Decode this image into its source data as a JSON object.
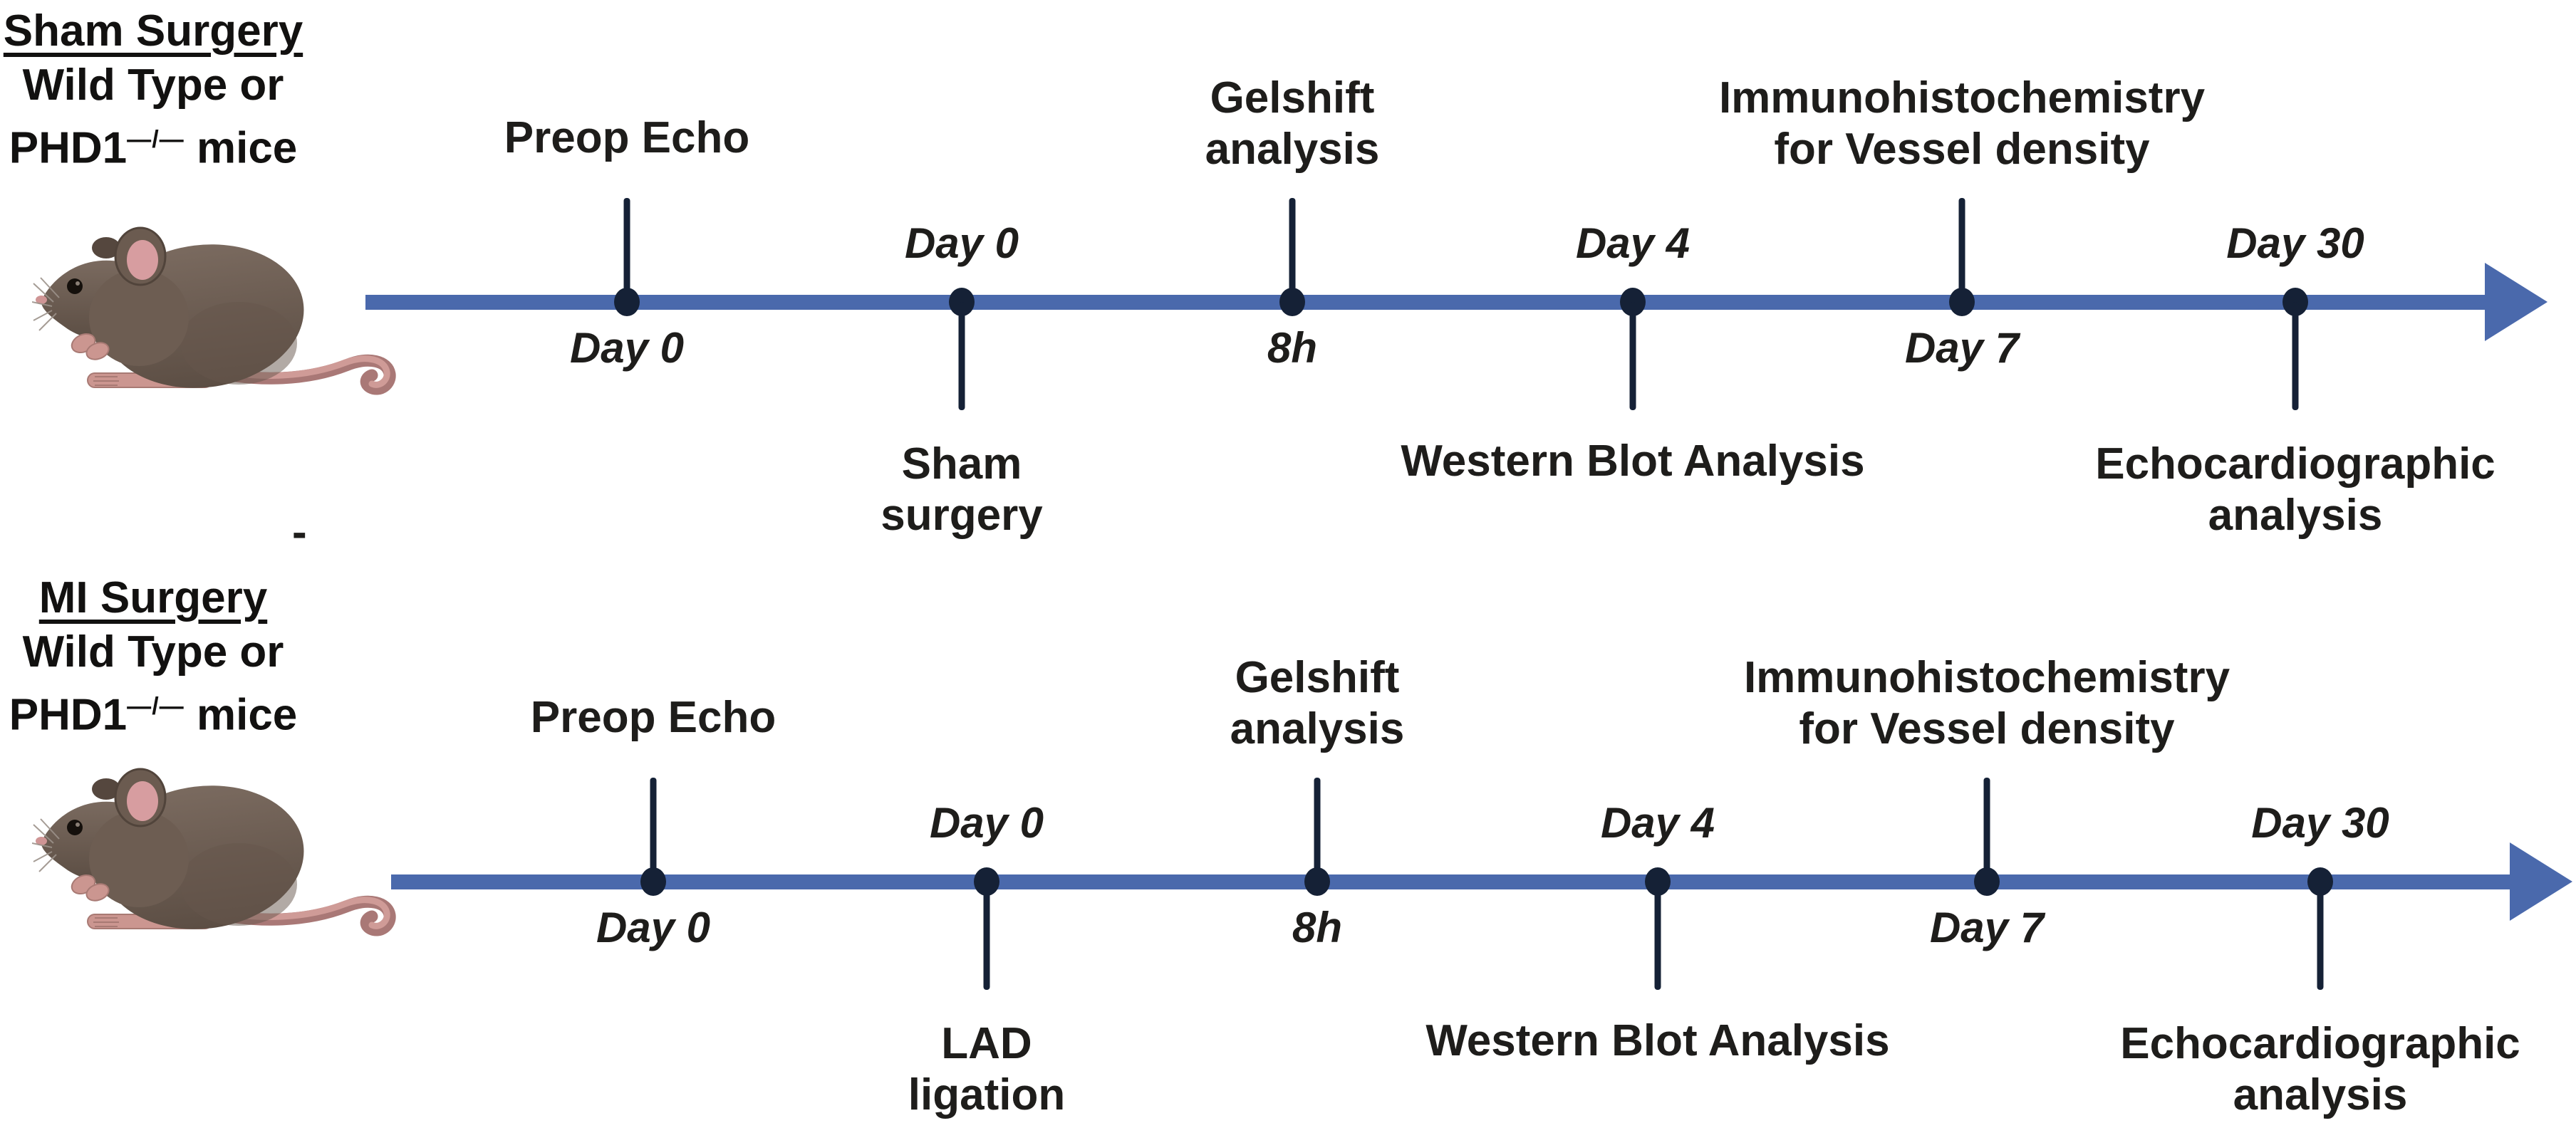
{
  "figure": {
    "type": "experimental-timeline-diagram",
    "stray_dash": "-"
  },
  "colors": {
    "timeline_bar": "#4a69ac",
    "marker": "#152136",
    "text": "#1e1d1b",
    "mouse_fur": "#6c5c51",
    "mouse_ear_inner": "#d79da0",
    "mouse_tail": "#cf9b97"
  },
  "timelines": [
    {
      "id": "sham",
      "title": "Sham Surgery",
      "subtitle": "Wild Type or",
      "genotype_prefix": "PHD1",
      "genotype_sup": "—/—",
      "genotype_suffix": " mice",
      "mouse_icon": "mouse-illustration",
      "events": [
        {
          "above_1": "Preop Echo",
          "below_1": "Day 0"
        },
        {
          "above_1": "Day 0",
          "below_1": "Sham",
          "below_2": "surgery"
        },
        {
          "above_1": "Gelshift",
          "above_2": "analysis",
          "below_1": "8h"
        },
        {
          "above_1": "Day 4",
          "below_1": "Western Blot Analysis"
        },
        {
          "above_1": "Immunohistochemistry",
          "above_2": "for Vessel density",
          "below_1": "Day 7"
        },
        {
          "above_1": "Day 30",
          "below_1": "Echocardiographic",
          "below_2": "analysis"
        }
      ]
    },
    {
      "id": "mi",
      "title": "MI Surgery",
      "subtitle": "Wild Type or",
      "genotype_prefix": "PHD1",
      "genotype_sup": "—/—",
      "genotype_suffix": " mice",
      "mouse_icon": "mouse-illustration",
      "events": [
        {
          "above_1": "Preop Echo",
          "below_1": "Day 0"
        },
        {
          "above_1": "Day 0",
          "below_1": "LAD",
          "below_2": "ligation"
        },
        {
          "above_1": "Gelshift",
          "above_2": "analysis",
          "below_1": "8h"
        },
        {
          "above_1": "Day 4",
          "below_1": "Western Blot Analysis"
        },
        {
          "above_1": "Immunohistochemistry",
          "above_2": "for Vessel density",
          "below_1": "Day 7"
        },
        {
          "above_1": "Day 30",
          "below_1": "Echocardiographic",
          "below_2": "analysis"
        }
      ]
    }
  ]
}
